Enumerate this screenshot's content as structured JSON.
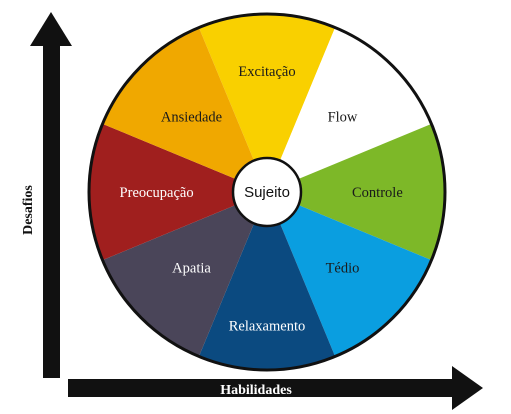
{
  "diagram": {
    "center": {
      "label": "Sujeito"
    },
    "axes": {
      "y_label": "Desafios",
      "x_label": "Habilidades"
    },
    "segments": [
      {
        "label": "Excitação",
        "color": "#F9D000",
        "text_color": "#1a1a1a"
      },
      {
        "label": "Flow",
        "color": "#FFFFFF",
        "text_color": "#1a1a1a"
      },
      {
        "label": "Controle",
        "color": "#7DB828",
        "text_color": "#1a1a1a"
      },
      {
        "label": "Tédio",
        "color": "#0A9EE0",
        "text_color": "#1a1a1a"
      },
      {
        "label": "Relaxamento",
        "color": "#0B4A80",
        "text_color": "#FFFFFF"
      },
      {
        "label": "Apatia",
        "color": "#4A4559",
        "text_color": "#FFFFFF"
      },
      {
        "label": "Preocupação",
        "color": "#A01F1E",
        "text_color": "#FFFFFF"
      },
      {
        "label": "Ansiedade",
        "color": "#F0A800",
        "text_color": "#1a1a1a"
      }
    ]
  }
}
